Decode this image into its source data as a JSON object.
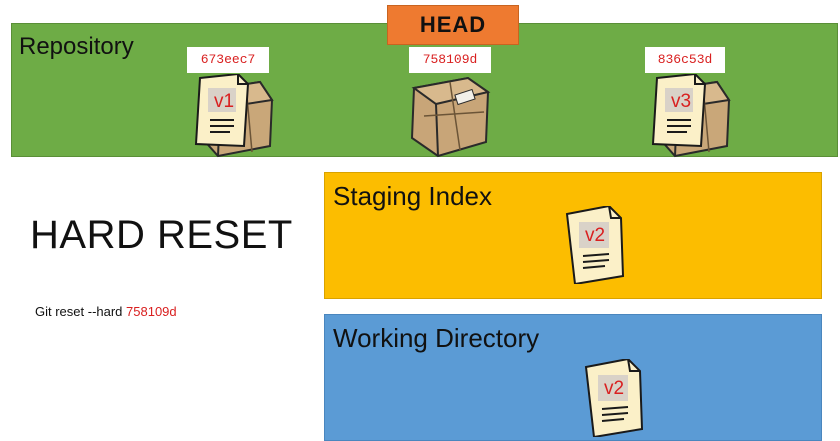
{
  "repository": {
    "title": "Repository",
    "head_label": "HEAD",
    "commits": [
      {
        "hash": "673eec7",
        "version": "v1"
      },
      {
        "hash": "758109d",
        "version": ""
      },
      {
        "hash": "836c53d",
        "version": "v3"
      }
    ]
  },
  "main": {
    "title": "HARD RESET",
    "command_prefix": "Git reset --hard ",
    "command_hash": "758109d"
  },
  "staging": {
    "title": "Staging Index",
    "version": "v2"
  },
  "working": {
    "title": "Working Directory",
    "version": "v2"
  },
  "colors": {
    "repository": "#6eac46",
    "staging": "#fcbd00",
    "working": "#5b9bd5",
    "head": "#ee7a30",
    "hash_text": "#d92020"
  },
  "icons": [
    "package-icon",
    "document-icon"
  ]
}
